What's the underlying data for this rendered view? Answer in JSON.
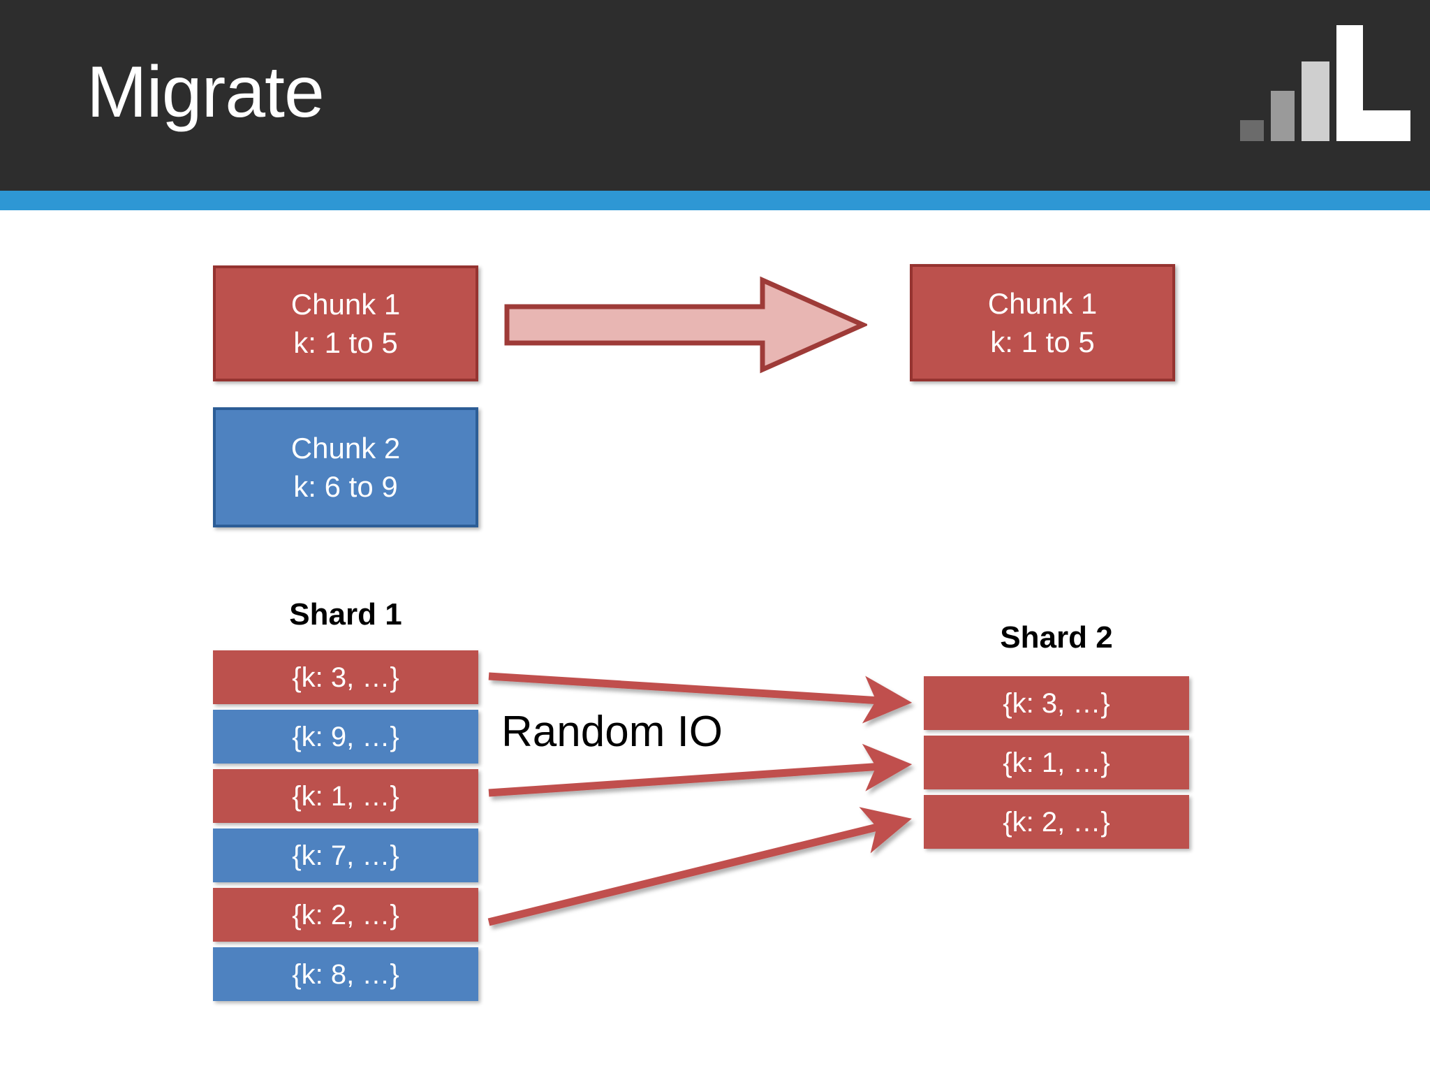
{
  "slide": {
    "title": "Migrate",
    "header_bg": "#2d2d2d",
    "accent_bar": "#2e97d4",
    "background": "#ffffff"
  },
  "logo": {
    "name": "bar-chart-l-logo",
    "bars": [
      "#6b6b6b",
      "#9a9a9a",
      "#cfcfcf"
    ],
    "letter": "L",
    "letter_color": "#ffffff"
  },
  "colors": {
    "red_fill": "#bc514d",
    "red_border": "#953330",
    "blue_fill": "#4e82c0",
    "blue_border": "#2c5d96",
    "arrow_fill": "#e8b6b3",
    "arrow_stroke": "#9e3b38",
    "thin_arrow": "#c0504d"
  },
  "top_diagram": {
    "source_chunks": [
      {
        "name": "Chunk 1",
        "range": "k: 1 to 5",
        "color": "red"
      },
      {
        "name": "Chunk 2",
        "range": "k: 6 to 9",
        "color": "blue"
      }
    ],
    "arrow_label": "",
    "target_chunks": [
      {
        "name": "Chunk 1",
        "range": "k: 1 to 5",
        "color": "red"
      }
    ]
  },
  "bottom_diagram": {
    "annotation": "Random IO",
    "shard1": {
      "label": "Shard 1",
      "rows": [
        {
          "text": "{k: 3, …}",
          "color": "red"
        },
        {
          "text": "{k: 9, …}",
          "color": "blue"
        },
        {
          "text": "{k: 1, …}",
          "color": "red"
        },
        {
          "text": "{k: 7, …}",
          "color": "blue"
        },
        {
          "text": "{k: 2, …}",
          "color": "red"
        },
        {
          "text": "{k: 8, …}",
          "color": "blue"
        }
      ]
    },
    "shard2": {
      "label": "Shard 2",
      "rows": [
        {
          "text": "{k: 3, …}",
          "color": "red"
        },
        {
          "text": "{k: 1, …}",
          "color": "red"
        },
        {
          "text": "{k: 2, …}",
          "color": "red"
        }
      ]
    }
  }
}
